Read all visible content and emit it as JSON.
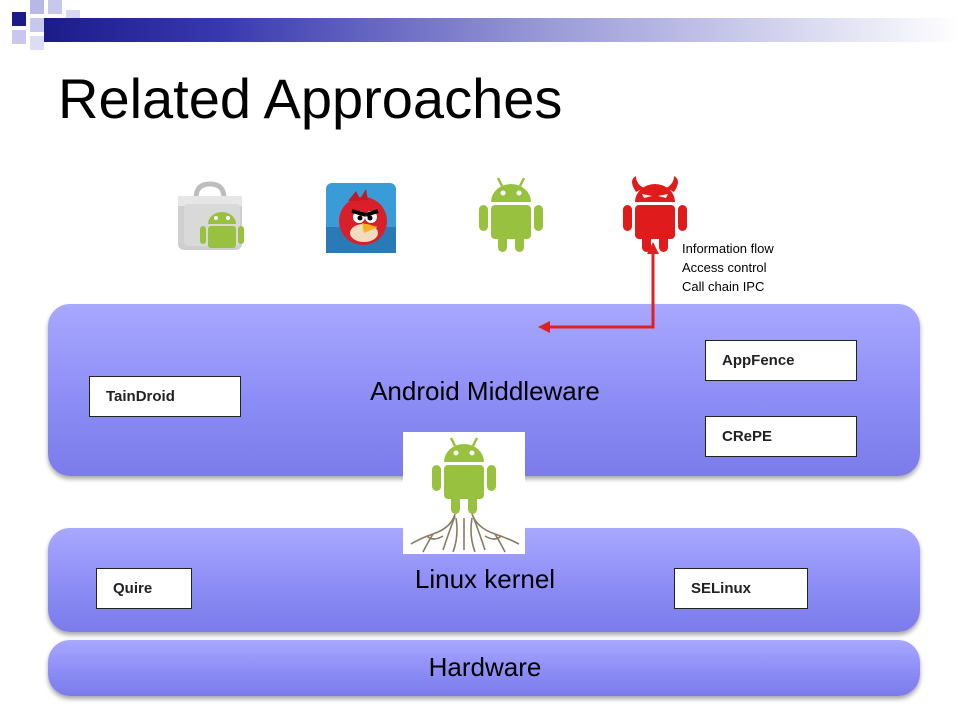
{
  "slide": {
    "title": "Related Approaches"
  },
  "apps": {
    "items": [
      {
        "name": "market-app-icon"
      },
      {
        "name": "angry-birds-app-icon"
      },
      {
        "name": "android-app-icon"
      },
      {
        "name": "malicious-app-icon"
      }
    ],
    "malicious_color": "#e01b1b",
    "android_color": "#99c140"
  },
  "annotation": {
    "lines": [
      "Information flow",
      "Access control",
      "Call chain IPC"
    ],
    "arrow_color": "#e02020"
  },
  "layers": {
    "middleware": {
      "label": "Android Middleware",
      "boxes": [
        "TainDroid",
        "AppFence",
        "CRePE"
      ]
    },
    "kernel": {
      "label": "Linux kernel",
      "boxes": [
        "Quire",
        "SELinux"
      ]
    },
    "hardware": {
      "label": "Hardware"
    },
    "fill_color": "#9494f8"
  }
}
